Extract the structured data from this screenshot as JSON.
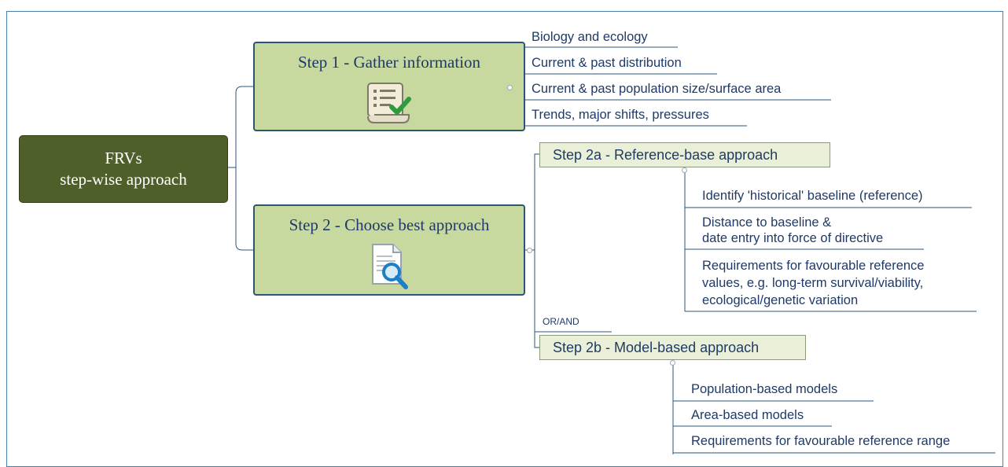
{
  "root": {
    "line1": "FRVs",
    "line2": "step-wise approach"
  },
  "step1": {
    "title": "Step 1 - Gather information",
    "icon": "checklist-scroll-icon",
    "leaves": [
      "Biology and ecology",
      "Current & past distribution",
      "Current & past population size/surface area",
      "Trends, major shifts, pressures"
    ]
  },
  "step2": {
    "title": "Step 2 - Choose best approach",
    "icon": "document-magnifier-icon"
  },
  "step2a": {
    "title": "Step 2a - Reference-base approach",
    "leaves": [
      "Identify 'historical' baseline (reference)",
      "Distance to baseline &",
      "date entry into force of directive",
      "Requirements for favourable reference",
      "values, e.g. long-term survival/viability,",
      "ecological/genetic variation"
    ]
  },
  "connector_label": "OR/AND",
  "step2b": {
    "title": "Step 2b - Model-based approach",
    "leaves": [
      "Population-based models",
      "Area-based models",
      "Requirements for favourable reference range"
    ]
  },
  "colors": {
    "root_fill": "#4e5f29",
    "step_fill": "#c8d9a0",
    "sub_fill": "#eaf0d8",
    "text": "#1f3a66",
    "line": "#2b5577"
  }
}
